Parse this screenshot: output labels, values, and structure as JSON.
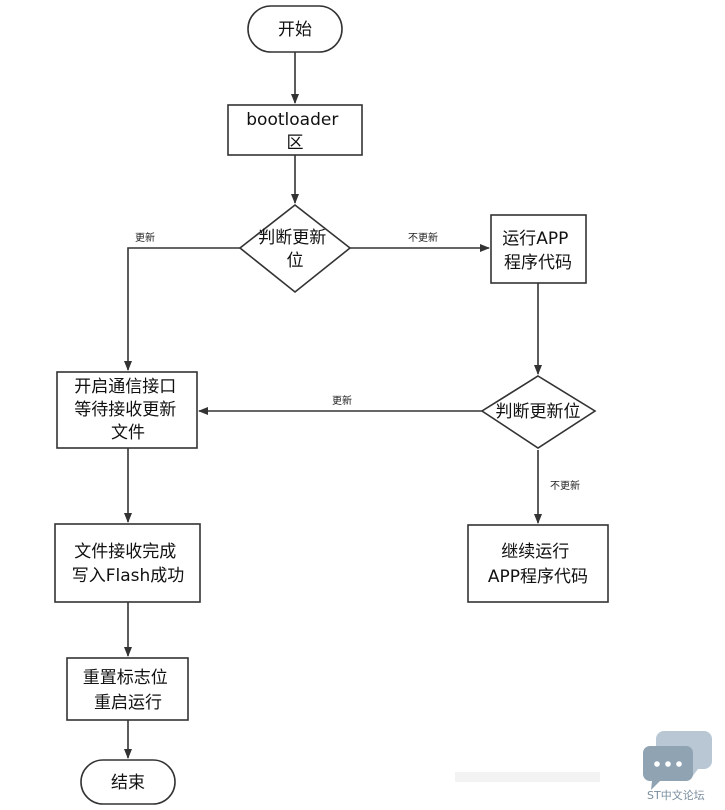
{
  "nodes": {
    "start": "开始",
    "bootloader": [
      "bootloader",
      "区"
    ],
    "decision_bootloader": [
      "判断更新",
      "位"
    ],
    "run_app": [
      "运行APP",
      "程序代码"
    ],
    "open_comm": [
      "开启通信接口",
      "等待接收更新",
      "文件"
    ],
    "decision_app": "判断更新位",
    "file_done": [
      "文件接收完成",
      "写入Flash成功"
    ],
    "continue_app": [
      "继续运行",
      "APP程序代码"
    ],
    "reset_flag": [
      "重置标志位",
      "重启运行"
    ],
    "end": "结束"
  },
  "edges": {
    "update_left": "更新",
    "no_update_right": "不更新",
    "update_from_app": "更新",
    "no_update_down": "不更新"
  },
  "watermark": {
    "text": "ST中文论坛",
    "icon": "chat-bubbles-icon"
  },
  "colors": {
    "stroke": "#333333",
    "text": "#111111",
    "watermark": "#8fa3b3"
  }
}
